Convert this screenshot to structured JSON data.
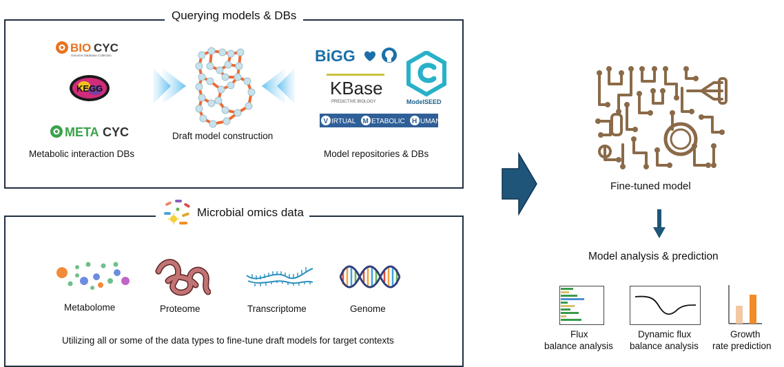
{
  "top_panel": {
    "title": "Querying models & DBs",
    "left_caption": "Metabolic interaction DBs",
    "center_caption": "Draft model construction",
    "right_caption": "Model repositories & DBs",
    "logos": {
      "biocyc": "BioCyc",
      "biocyc_sub": "Genome Database Collection",
      "kegg": "KEGG",
      "metacyc": "MetaCyc",
      "bigg": "BiGG",
      "kbase": "KBase",
      "kbase_sub": "PREDICTIVE BIOLOGY",
      "modelseed": "ModelSEED",
      "vmh": [
        "V",
        "IRTUAL",
        "M",
        "ETABOLIC",
        "H",
        "UMAN"
      ]
    }
  },
  "bottom_panel": {
    "title": "Microbial omics data",
    "omics": [
      {
        "label": "Metabolome",
        "icon": "metabolome-icon"
      },
      {
        "label": "Proteome",
        "icon": "proteome-icon"
      },
      {
        "label": "Transcriptome",
        "icon": "transcriptome-icon"
      },
      {
        "label": "Genome",
        "icon": "genome-icon"
      }
    ],
    "caption": "Utilizing all or some of the data types to fine-tune draft models for target contexts"
  },
  "right": {
    "fine_tuned_label": "Fine-tuned model",
    "analysis_title": "Model analysis & prediction",
    "analyses": [
      {
        "line1": "Flux",
        "line2": "balance analysis"
      },
      {
        "line1": "Dynamic flux",
        "line2": "balance analysis"
      },
      {
        "line1": "Growth",
        "line2": "rate prediction"
      }
    ]
  },
  "colors": {
    "panel_border": "#1f2f3f",
    "big_arrow": "#1f5579",
    "network_orange": "#ef6a33",
    "circuit_brown": "#8a6a48",
    "bigg_blue": "#1a6fa8",
    "modelseed_teal": "#28b1c9",
    "metacyc_green": "#3aa24a",
    "biocyc_orange": "#e8731f"
  }
}
